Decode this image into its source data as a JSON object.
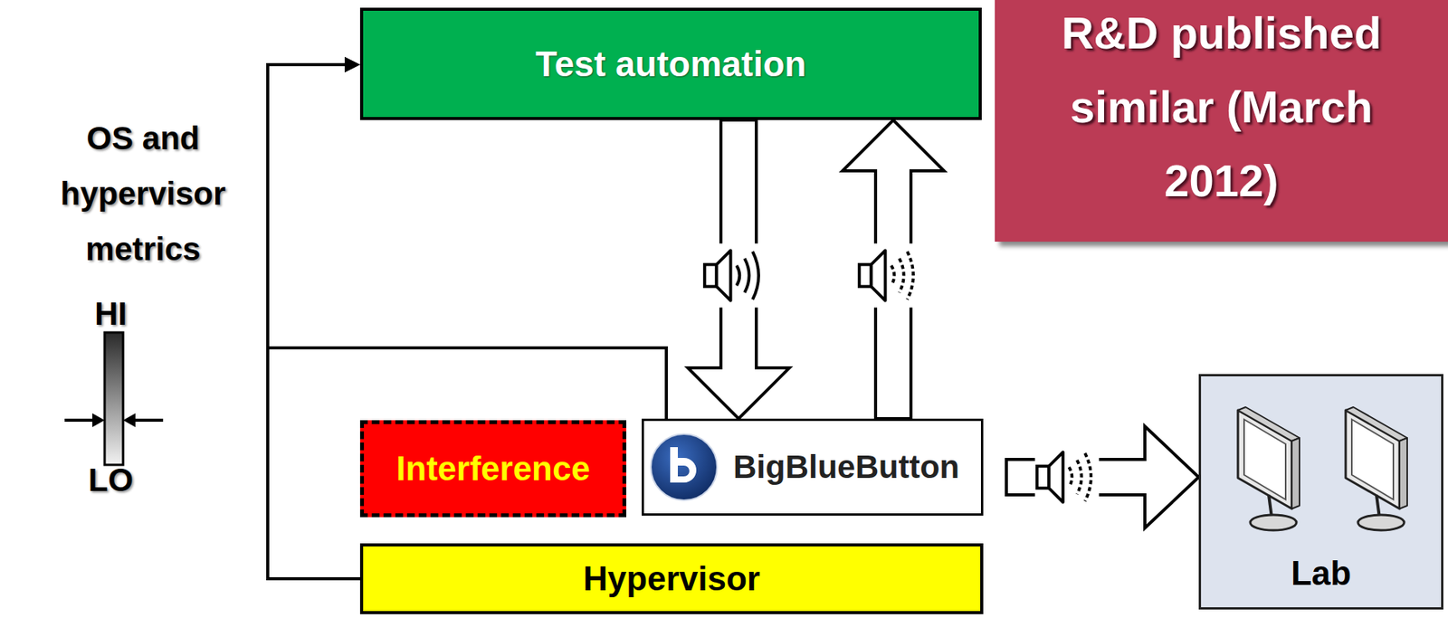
{
  "diagram": {
    "nodes": [
      {
        "text": [
          "Test automation"
        ]
      },
      {
        "text": [
          "R&D published similar (March 2012)"
        ]
      },
      {
        "text": [
          "Interference"
        ]
      },
      {
        "text": [
          "BigBlueButton"
        ]
      },
      {
        "text": [
          "Hypervisor"
        ]
      },
      {
        "text": [
          "Lab"
        ]
      }
    ],
    "edges": [
      {
        "from": 0,
        "to": 3,
        "arrow": "to"
      },
      {
        "from": 3,
        "to": 0,
        "arrow": "to"
      },
      {
        "from": 3,
        "to": 5,
        "arrow": "to"
      },
      {
        "from": 4,
        "to": 0,
        "arrow": "to"
      },
      {
        "from": 3,
        "to": 0,
        "arrow": "to"
      }
    ],
    "labels": [
      "OS and hypervisor metrics",
      "HI",
      "LO"
    ]
  }
}
